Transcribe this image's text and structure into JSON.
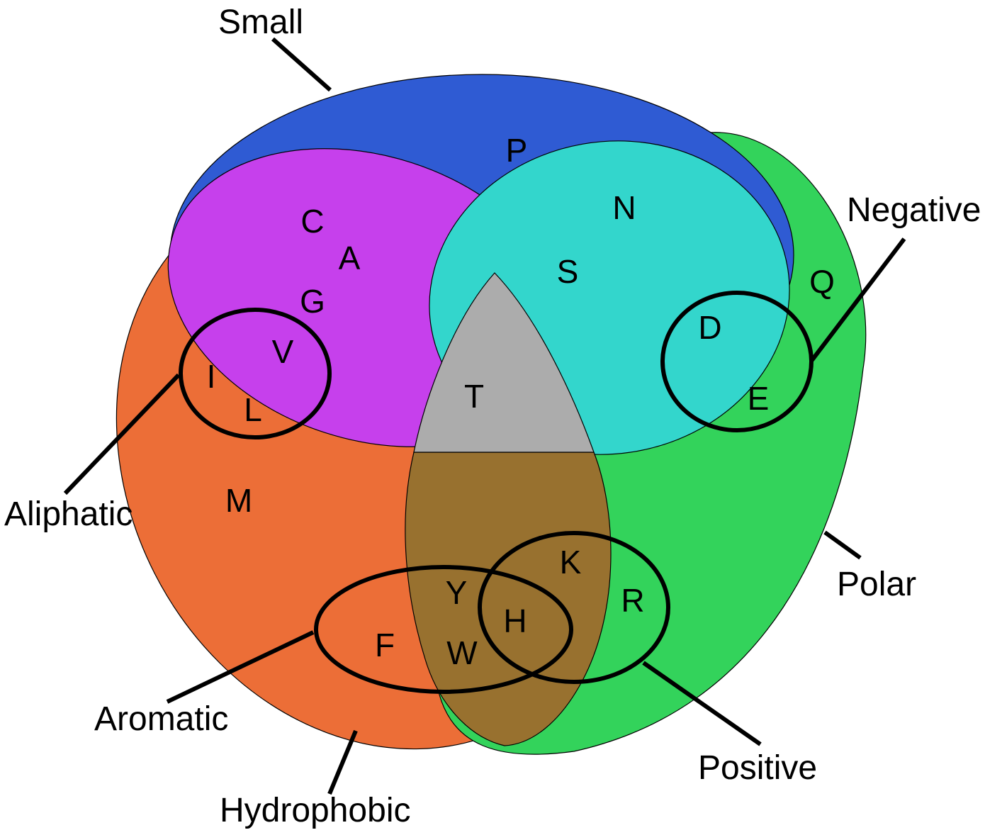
{
  "colors": {
    "small": "#2f5bd3",
    "hydrophobic": "#ec6e37",
    "polar": "#33d35b",
    "small_hydrophobic": "#c640ec",
    "small_polar": "#33d6cc",
    "hydrophobic_polar": "#98712f",
    "all_three": "#acacac"
  },
  "set_labels": {
    "small": "Small",
    "hydrophobic": "Hydrophobic",
    "polar": "Polar",
    "aliphatic": "Aliphatic",
    "aromatic": "Aromatic",
    "positive": "Positive",
    "negative": "Negative"
  },
  "amino_acids": {
    "P": "P",
    "N": "N",
    "C": "C",
    "A": "A",
    "G": "G",
    "S": "S",
    "Q": "Q",
    "D": "D",
    "V": "V",
    "I": "I",
    "L": "L",
    "T": "T",
    "E": "E",
    "M": "M",
    "K": "K",
    "Y": "Y",
    "R": "R",
    "H": "H",
    "F": "F",
    "W": "W"
  }
}
